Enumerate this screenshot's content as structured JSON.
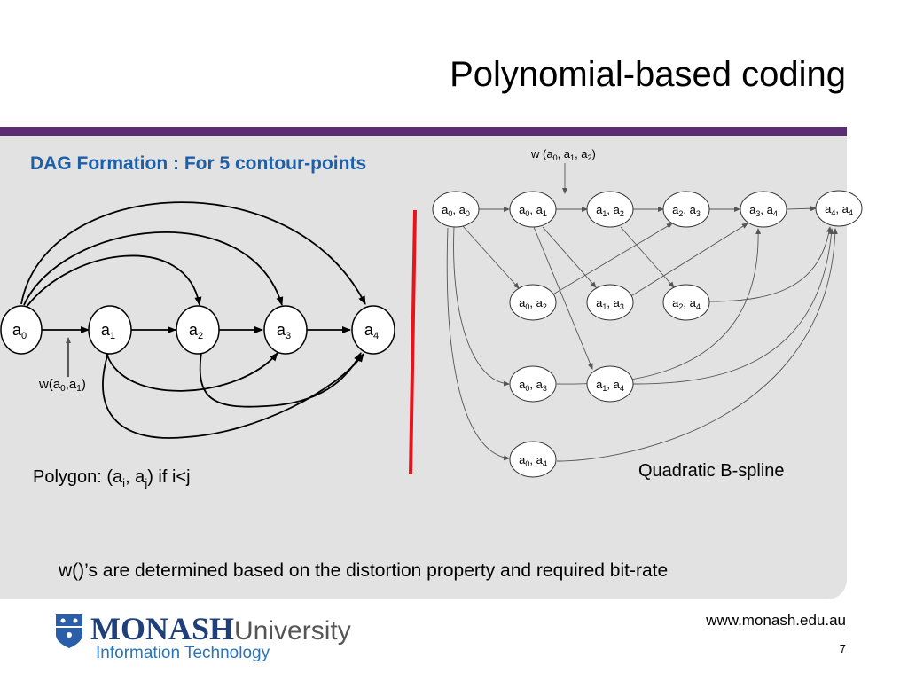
{
  "title": "Polynomial-based coding",
  "subtitle": "DAG Formation : For 5 contour-points",
  "left_graph": {
    "nodes": [
      {
        "id": "a0",
        "base": "a",
        "sub": "0"
      },
      {
        "id": "a1",
        "base": "a",
        "sub": "1"
      },
      {
        "id": "a2",
        "base": "a",
        "sub": "2"
      },
      {
        "id": "a3",
        "base": "a",
        "sub": "3"
      },
      {
        "id": "a4",
        "base": "a",
        "sub": "4"
      }
    ],
    "weight_label": {
      "prefix": "w(a",
      "s1": "0",
      "mid": ",a",
      "s2": "1",
      "suffix": ")"
    }
  },
  "polygon_label": {
    "prefix": "Polygon: (a",
    "s1": "i",
    "mid": ", a",
    "s2": "j",
    "suffix": ") if i<j"
  },
  "right_graph": {
    "nodes": [
      {
        "id": "n00",
        "i": "0",
        "j": "0"
      },
      {
        "id": "n01",
        "i": "0",
        "j": "1"
      },
      {
        "id": "n12",
        "i": "1",
        "j": "2"
      },
      {
        "id": "n23",
        "i": "2",
        "j": "3"
      },
      {
        "id": "n34",
        "i": "3",
        "j": "4"
      },
      {
        "id": "n44",
        "i": "4",
        "j": "4"
      },
      {
        "id": "n02",
        "i": "0",
        "j": "2"
      },
      {
        "id": "n13",
        "i": "1",
        "j": "3"
      },
      {
        "id": "n24",
        "i": "2",
        "j": "4"
      },
      {
        "id": "n03",
        "i": "0",
        "j": "3"
      },
      {
        "id": "n14",
        "i": "1",
        "j": "4"
      },
      {
        "id": "n04",
        "i": "0",
        "j": "4"
      }
    ],
    "weight_label": {
      "prefix": "w (a",
      "s1": "0",
      "mid1": ", a",
      "s2": "1",
      "mid2": ", a",
      "s3": "2",
      "suffix": ")"
    }
  },
  "spline_label": "Quadratic B-spline",
  "note": "w()’s are determined based on the distortion property and required bit-rate",
  "footer": {
    "url": "www.monash.edu.au",
    "page": "7",
    "logo_main": "MONASH",
    "logo_university": "University",
    "logo_sub": "Information Technology"
  },
  "colors": {
    "accent_band": "#5b2d73",
    "subtitle": "#1f5fa8",
    "divider": "#e8141c",
    "panel": "#e2e2e2"
  }
}
